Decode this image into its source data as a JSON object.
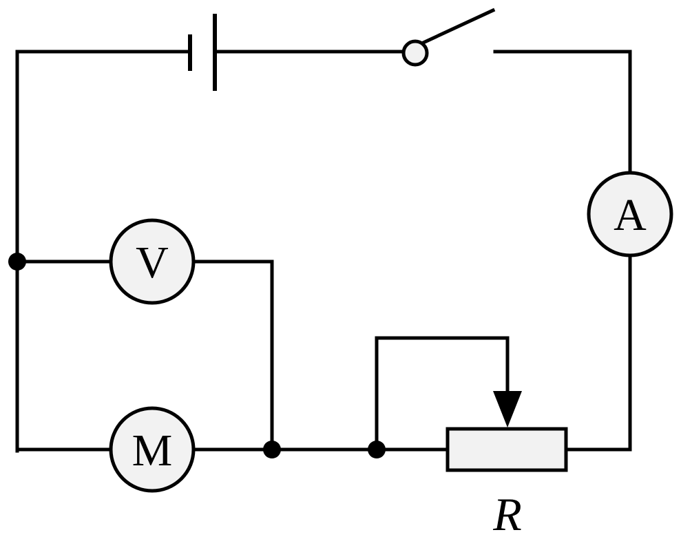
{
  "diagram": {
    "voltmeter_label": "V",
    "ammeter_label": "A",
    "motor_label": "M",
    "rheostat_label": "R",
    "colors": {
      "line": "#000000",
      "meter_fill": "#f2f2f2",
      "resistor_fill": "#f2f2f2",
      "switch_pivot_fill": "#f2f2f2",
      "background": "#ffffff"
    },
    "icons": [
      "battery-icon",
      "switch-icon",
      "ammeter-icon",
      "voltmeter-icon",
      "motor-icon",
      "rheostat-icon"
    ]
  }
}
